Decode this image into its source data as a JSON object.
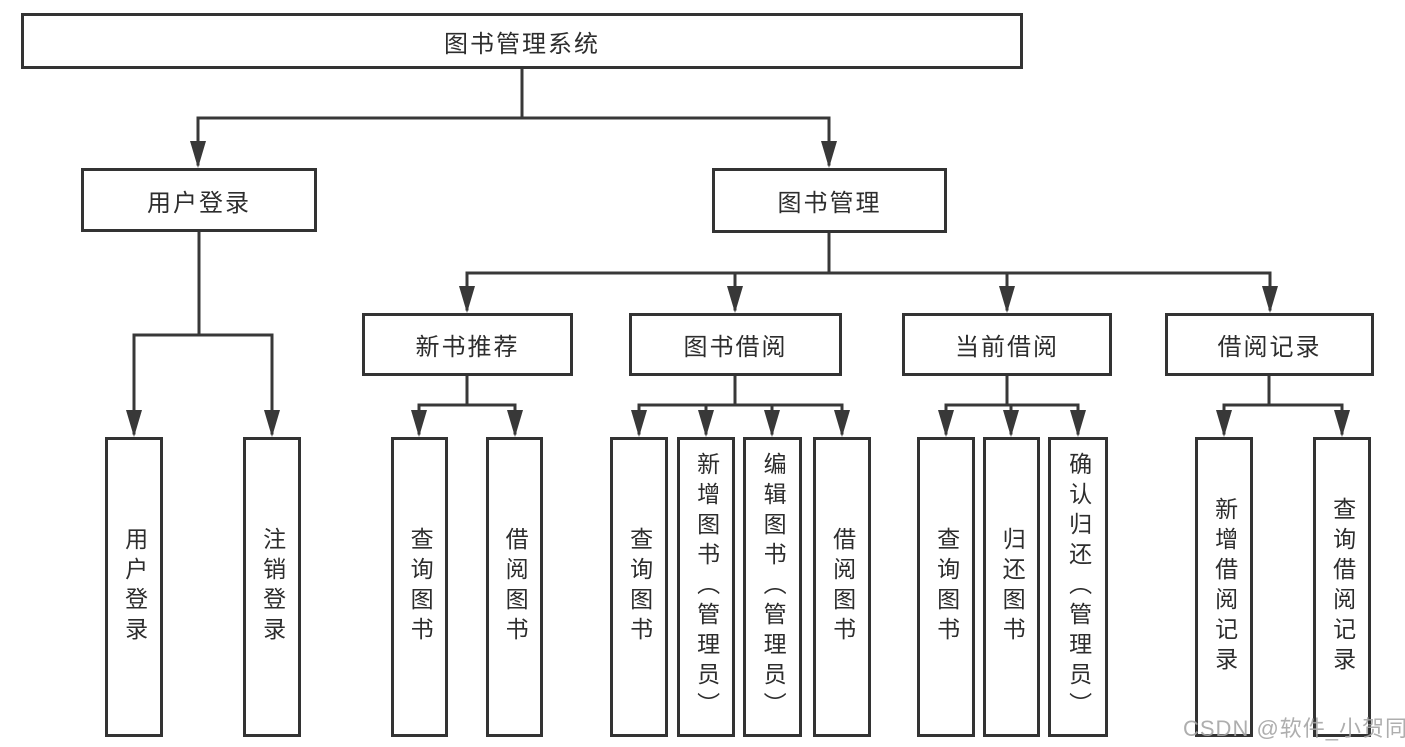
{
  "diagram": {
    "root": {
      "label": "图书管理系统"
    },
    "level2": [
      {
        "label": "用户登录"
      },
      {
        "label": "图书管理"
      }
    ],
    "level3": [
      {
        "label": "新书推荐"
      },
      {
        "label": "图书借阅"
      },
      {
        "label": "当前借阅"
      },
      {
        "label": "借阅记录"
      }
    ],
    "leaves": [
      {
        "label": "用户登录"
      },
      {
        "label": "注销登录"
      },
      {
        "label": "查询图书"
      },
      {
        "label": "借阅图书"
      },
      {
        "label": "查询图书"
      },
      {
        "label": "新增图书（管理员）"
      },
      {
        "label": "编辑图书（管理员）"
      },
      {
        "label": "借阅图书"
      },
      {
        "label": "查询图书"
      },
      {
        "label": "归还图书"
      },
      {
        "label": "确认归还（管理员）"
      },
      {
        "label": "新增借阅记录"
      },
      {
        "label": "查询借阅记录"
      }
    ]
  },
  "watermark": {
    "text": "CSDN @软件_小贺同学"
  },
  "colors": {
    "line": "#383838",
    "box_border": "#333333",
    "text": "#2d2d2d",
    "watermark": "#a5a5a5",
    "background": "#ffffff"
  }
}
